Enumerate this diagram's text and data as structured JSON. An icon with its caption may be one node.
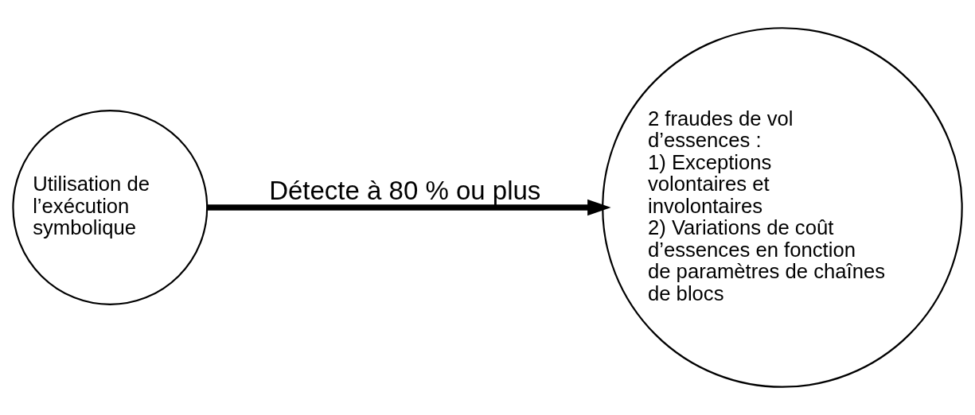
{
  "diagram": {
    "nodes": [
      {
        "text": [
          "Utilisation de l’exécution symbolique"
        ]
      },
      {
        "text": [
          "2 fraudes de vol d’essences :",
          "1) Exceptions volontaires et involontaires",
          "2) Variations de coût d’essences en fonction de paramètres de chaînes de blocs"
        ]
      }
    ],
    "edges": [
      {
        "from": 0,
        "to": 1,
        "arrow": "to",
        "label": "Détecte à 80 % ou plus"
      }
    ]
  }
}
